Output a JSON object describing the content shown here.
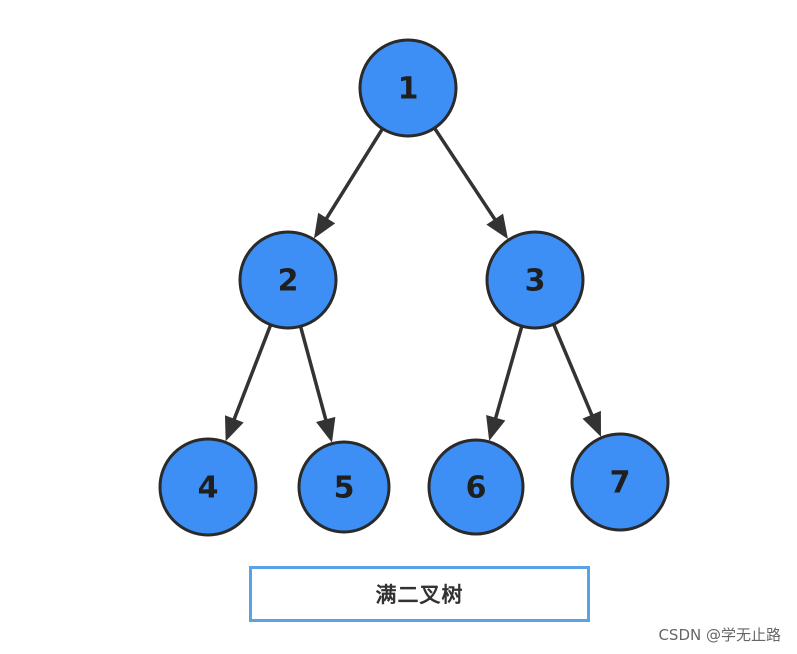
{
  "diagram": {
    "type": "binary-tree",
    "nodes": [
      {
        "id": "1",
        "label": "1"
      },
      {
        "id": "2",
        "label": "2"
      },
      {
        "id": "3",
        "label": "3"
      },
      {
        "id": "4",
        "label": "4"
      },
      {
        "id": "5",
        "label": "5"
      },
      {
        "id": "6",
        "label": "6"
      },
      {
        "id": "7",
        "label": "7"
      }
    ],
    "edges": [
      {
        "from": "1",
        "to": "2"
      },
      {
        "from": "1",
        "to": "3"
      },
      {
        "from": "2",
        "to": "4"
      },
      {
        "from": "2",
        "to": "5"
      },
      {
        "from": "3",
        "to": "6"
      },
      {
        "from": "3",
        "to": "7"
      }
    ],
    "caption": "满二叉树"
  },
  "colors": {
    "node_fill": "#3d8ff5",
    "node_stroke": "#2a2a2a",
    "edge": "#333333",
    "caption_border": "#5aa2e6"
  },
  "watermark": "CSDN @学无止路"
}
